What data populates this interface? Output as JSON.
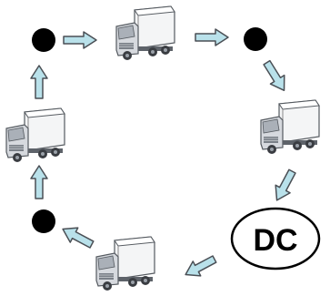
{
  "diagram": {
    "dc_label": "DC",
    "colors": {
      "stop": "#000000",
      "arrow_fill": "#b9e1ea",
      "arrow_stroke": "#4a4f55",
      "truck_cab": "#d6d9de",
      "truck_box": "#f4f5f6",
      "outline": "#555a60"
    },
    "nodes": [
      {
        "id": "stop-top-left",
        "type": "stop"
      },
      {
        "id": "truck-top",
        "type": "truck",
        "icon": "truck-icon"
      },
      {
        "id": "stop-top-right",
        "type": "stop"
      },
      {
        "id": "truck-right",
        "type": "truck",
        "icon": "truck-icon"
      },
      {
        "id": "dc",
        "type": "depot",
        "label": "DC"
      },
      {
        "id": "truck-bottom",
        "type": "truck",
        "icon": "truck-icon"
      },
      {
        "id": "stop-bottom-left",
        "type": "stop"
      },
      {
        "id": "truck-left",
        "type": "truck",
        "icon": "truck-icon"
      }
    ],
    "edges": [
      {
        "from": "stop-top-left",
        "to": "truck-top"
      },
      {
        "from": "truck-top",
        "to": "stop-top-right"
      },
      {
        "from": "stop-top-right",
        "to": "truck-right"
      },
      {
        "from": "truck-right",
        "to": "dc"
      },
      {
        "from": "dc",
        "to": "truck-bottom"
      },
      {
        "from": "truck-bottom",
        "to": "stop-bottom-left"
      },
      {
        "from": "stop-bottom-left",
        "to": "truck-left"
      },
      {
        "from": "truck-left",
        "to": "stop-top-left"
      }
    ]
  }
}
